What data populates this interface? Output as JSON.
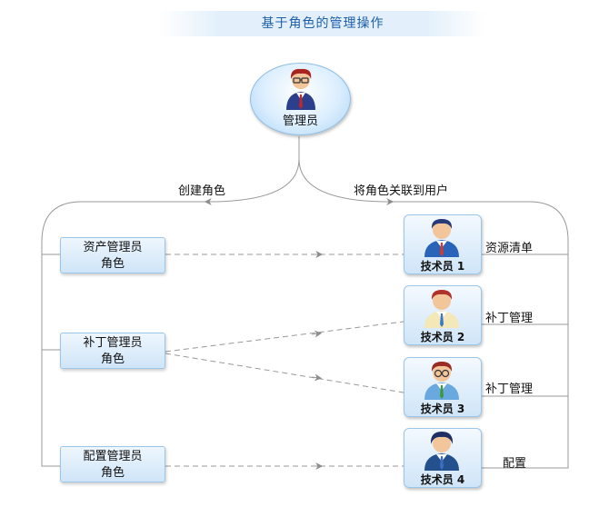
{
  "title": "基于角色的管理操作",
  "admin": {
    "label": "管理员",
    "icon": "administrator-person-icon"
  },
  "edge_labels": {
    "create_role": "创建角色",
    "assign_role": "将角色关联到用户"
  },
  "roles": [
    {
      "line1": "资产管理员",
      "line2": "角色"
    },
    {
      "line1": "补丁管理员",
      "line2": "角色"
    },
    {
      "line1": "配置管理员",
      "line2": "角色"
    }
  ],
  "technicians": [
    {
      "label": "技术员 1",
      "task": "资源清单",
      "icon": "technician-person-icon"
    },
    {
      "label": "技术员 2",
      "task": "补丁管理",
      "icon": "technician-person-icon"
    },
    {
      "label": "技术员 3",
      "task": "补丁管理",
      "icon": "technician-person-icon"
    },
    {
      "label": "技术员 4",
      "task": "配置",
      "icon": "technician-person-icon"
    }
  ],
  "colors": {
    "title_text": "#1e5fa8",
    "line": "#999999",
    "box_border": "#9cc6e8"
  }
}
